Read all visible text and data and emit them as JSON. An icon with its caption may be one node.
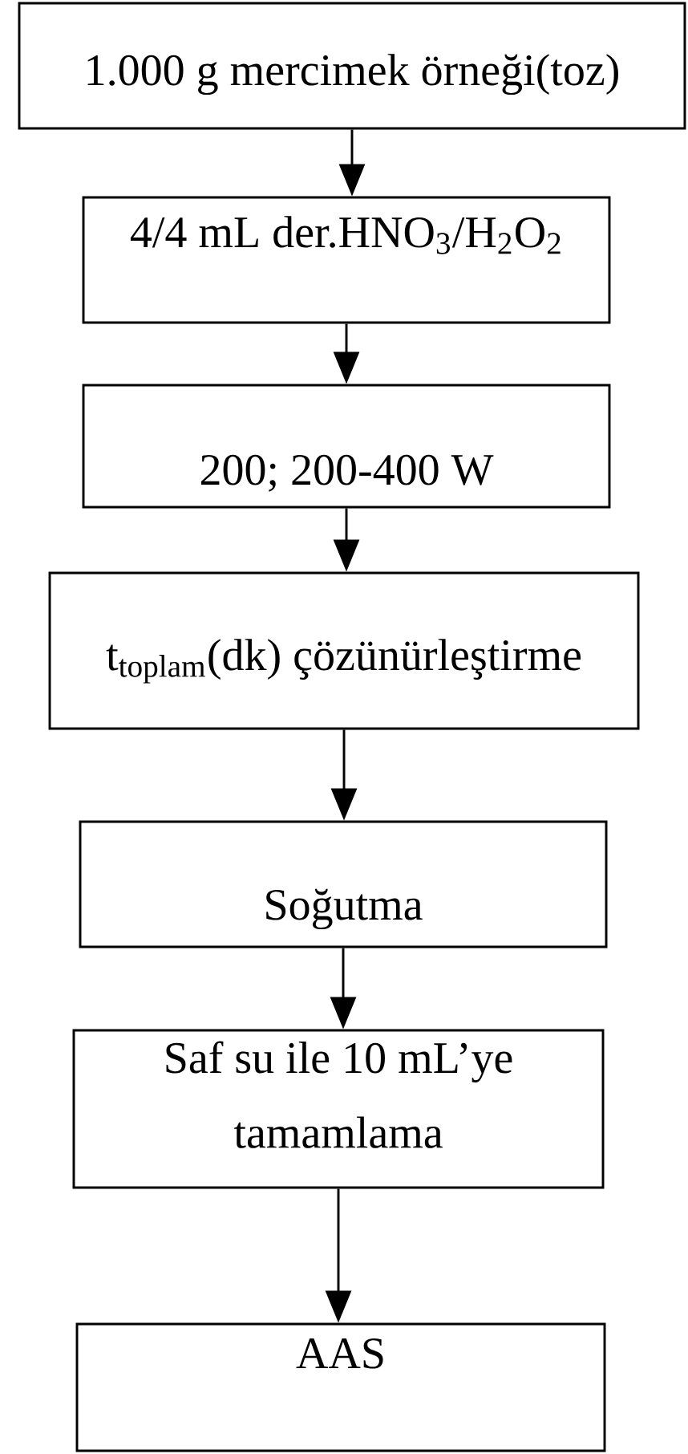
{
  "diagram": {
    "nodes": [
      {
        "text": [
          "1.000 g mercimek örneği(toz)"
        ]
      },
      {
        "text": [
          "4/4 mL der.HNO$_{3}$/H$_{2}$O$_{2}$"
        ]
      },
      {
        "text": [
          "200; 200-400 W"
        ]
      },
      {
        "text": [
          "t$_{toplam}$(dk) çözünürleştirme"
        ]
      },
      {
        "text": [
          "Soğutma"
        ]
      },
      {
        "text": [
          "Saf su ile 10 mL’ye tamamlama"
        ]
      },
      {
        "text": [
          "AAS"
        ]
      }
    ],
    "edges": [
      {
        "from": 0,
        "to": 1,
        "arrow": "to"
      },
      {
        "from": 1,
        "to": 2,
        "arrow": "to"
      },
      {
        "from": 2,
        "to": 3,
        "arrow": "to"
      },
      {
        "from": 3,
        "to": 4,
        "arrow": "to"
      },
      {
        "from": 4,
        "to": 5,
        "arrow": "to"
      },
      {
        "from": 5,
        "to": 6,
        "arrow": "to"
      }
    ]
  }
}
